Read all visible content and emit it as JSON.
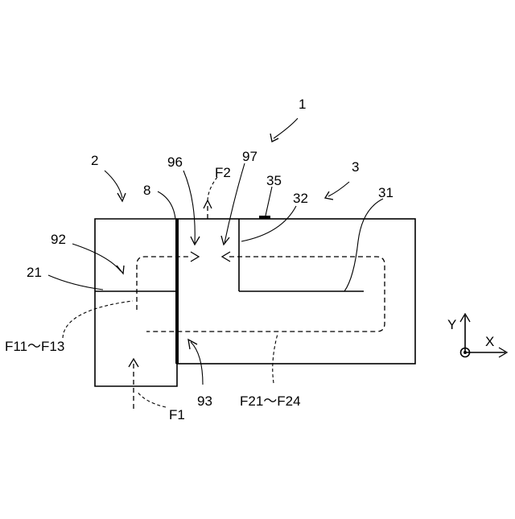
{
  "labels": {
    "n1": "1",
    "n2": "2",
    "n3": "3",
    "n8": "8",
    "n96": "96",
    "n97": "97",
    "n35": "35",
    "n32": "32",
    "n31": "31",
    "n92": "92",
    "n21": "21",
    "n93": "93",
    "flow_f2": "F2",
    "flow_f1": "F1",
    "flow_f11_f13": "F11～F13",
    "flow_f21_f24": "F21～F24",
    "axis_y": "Y",
    "axis_x": "X"
  }
}
